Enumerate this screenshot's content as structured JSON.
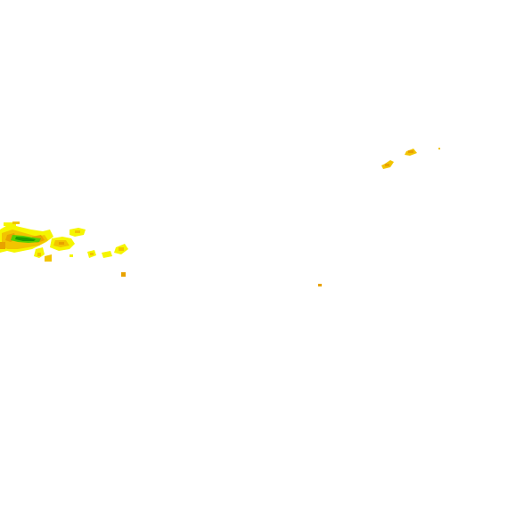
{
  "map": {
    "background": "#ffffff",
    "legend_colors": {
      "light": "#f5f500",
      "moderate": "#f2c400",
      "heavy": "#e8a200",
      "intense_light": "#58d000",
      "intense": "#1e9e00"
    },
    "echo_regions": [
      {
        "id": "west-band",
        "intensity_levels": [
          "light",
          "moderate",
          "heavy",
          "intense_light",
          "intense"
        ]
      },
      {
        "id": "west-scattered-cells",
        "intensity_levels": [
          "light",
          "moderate",
          "heavy"
        ]
      },
      {
        "id": "northeast-cells",
        "intensity_levels": [
          "moderate",
          "heavy"
        ]
      },
      {
        "id": "central-isolated-cell",
        "intensity_levels": [
          "heavy"
        ]
      }
    ]
  }
}
